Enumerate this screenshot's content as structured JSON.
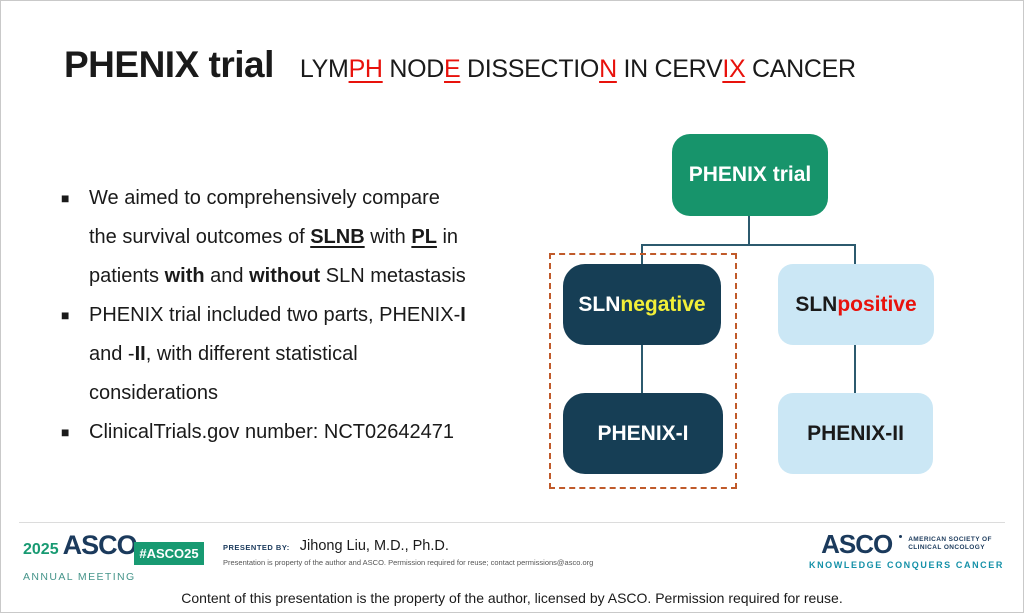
{
  "colors": {
    "green_box": "#17946B",
    "dark_box": "#163E55",
    "light_box": "#CBE7F5",
    "connector": "#2C5A6E",
    "highlight_dashed": "#C05A2A",
    "accent_red": "#E8120C",
    "accent_yellow": "#F2EF38",
    "asco_navy": "#1B3A5C",
    "asco_green": "#189A72",
    "asco_teal": "#1591A8"
  },
  "header": {
    "title": "PHENIX trial",
    "subtitle_segments": [
      {
        "text": "LYM"
      },
      {
        "text": "PH",
        "color": "#E8120C",
        "underline": true
      },
      {
        "text": " NOD"
      },
      {
        "text": "E",
        "color": "#E8120C",
        "underline": true
      },
      {
        "text": " DISSECTIO"
      },
      {
        "text": "N",
        "color": "#E8120C",
        "underline": true
      },
      {
        "text": " IN CERV"
      },
      {
        "text": "IX",
        "color": "#E8120C",
        "underline": true
      },
      {
        "text": " CANCER"
      }
    ]
  },
  "bullet_marker": "■",
  "bullets": [
    {
      "segments": [
        {
          "text": "We aimed to comprehensively compare"
        },
        {
          "br": true
        },
        {
          "text": "the survival outcomes of "
        },
        {
          "text": "SLNB",
          "bold": true,
          "underline": true
        },
        {
          "text": " with "
        },
        {
          "text": "PL",
          "bold": true,
          "underline": true
        },
        {
          "text": " in"
        },
        {
          "br": true
        },
        {
          "text": "patients "
        },
        {
          "text": "with",
          "bold": true
        },
        {
          "text": " and "
        },
        {
          "text": "without",
          "bold": true
        },
        {
          "text": " SLN metastasis"
        }
      ]
    },
    {
      "segments": [
        {
          "text": "PHENIX trial included two parts, PHENIX-"
        },
        {
          "text": "I",
          "bold": true
        },
        {
          "br": true
        },
        {
          "text": "and -"
        },
        {
          "text": "II",
          "bold": true
        },
        {
          "text": ", with different statistical"
        },
        {
          "br": true
        },
        {
          "text": "considerations"
        }
      ]
    },
    {
      "segments": [
        {
          "text": "ClinicalTrials.gov number: NCT02642471"
        }
      ]
    }
  ],
  "flowchart": {
    "root": {
      "segments": [
        {
          "text": "PHENIX trial",
          "color": "#ffffff"
        }
      ]
    },
    "sln_negative": {
      "segments": [
        {
          "text": "SLN ",
          "color": "#ffffff"
        },
        {
          "text": "negative",
          "color": "#F2EF38"
        }
      ]
    },
    "sln_positive": {
      "segments": [
        {
          "text": "SLN ",
          "color": "#1a1a1a"
        },
        {
          "text": "positive",
          "color": "#E8120C"
        }
      ]
    },
    "phenix_i": {
      "segments": [
        {
          "text": "PHENIX-I",
          "color": "#ffffff"
        }
      ]
    },
    "phenix_ii": {
      "segments": [
        {
          "text": "PHENIX-II",
          "color": "#1a1a1a"
        }
      ]
    }
  },
  "footer": {
    "meeting_logo": {
      "year": "2025",
      "org": "ASCO",
      "event": "ANNUAL MEETING"
    },
    "hashtag_badge": "#ASCO25",
    "presented_by_label": "PRESENTED BY:",
    "presenter": "Jihong Liu, M.D., Ph.D.",
    "permission_note": "Presentation is property of the author and ASCO. Permission required for reuse; contact permissions@asco.org",
    "asco_logo": {
      "org": "ASCO",
      "society_line1": "AMERICAN SOCIETY OF",
      "society_line2": "CLINICAL ONCOLOGY",
      "tagline": "KNOWLEDGE CONQUERS CANCER"
    }
  },
  "bottom_notice": "Content of this presentation is the property of the author, licensed by ASCO. Permission required for reuse."
}
